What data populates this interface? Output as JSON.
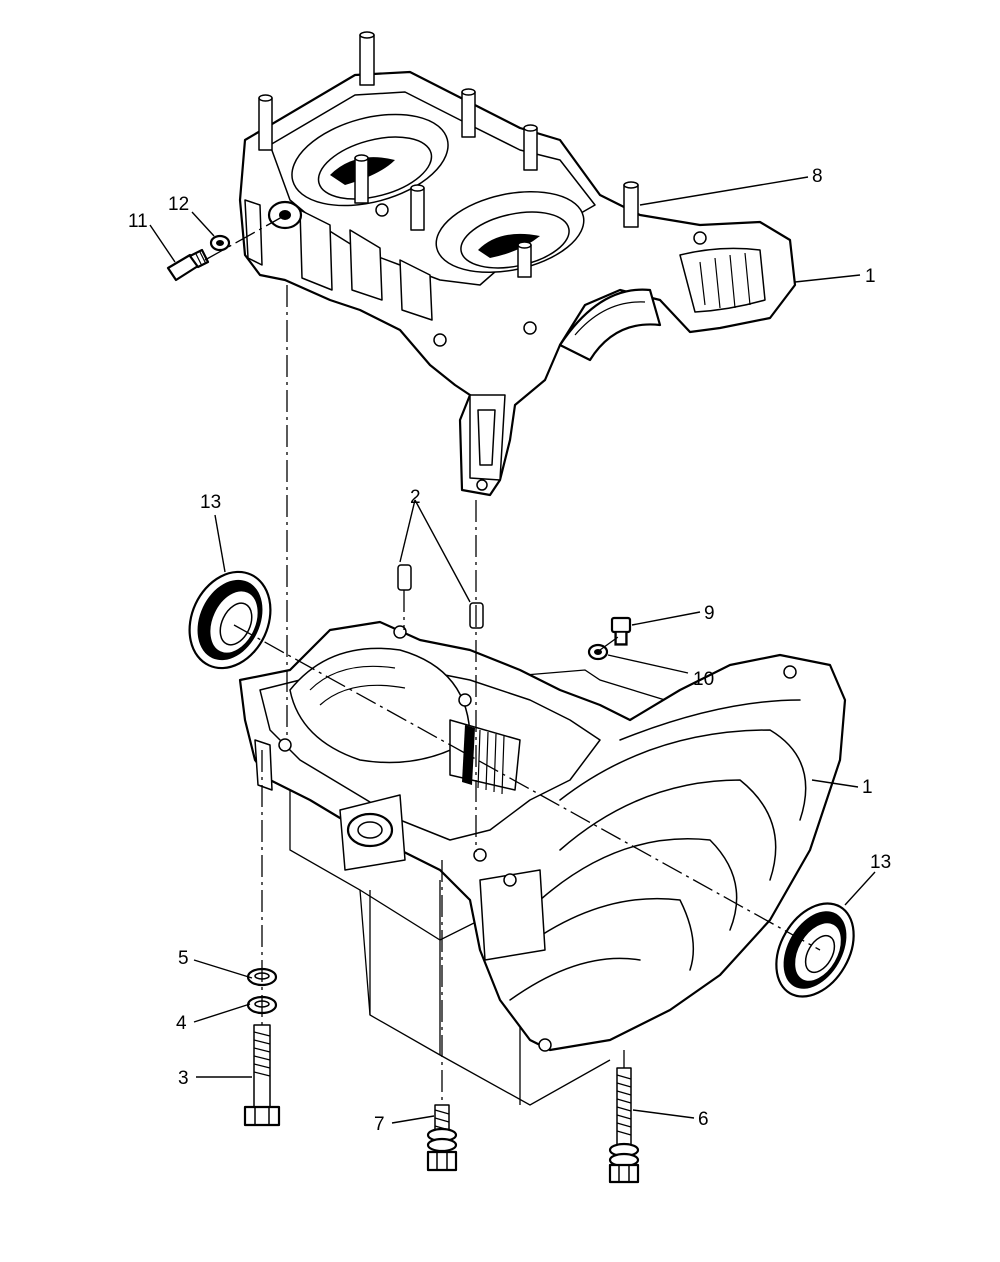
{
  "diagram": {
    "callouts": [
      {
        "id": "1-upper",
        "label": "1"
      },
      {
        "id": "1-lower",
        "label": "1"
      },
      {
        "id": "2",
        "label": "2"
      },
      {
        "id": "3",
        "label": "3"
      },
      {
        "id": "4",
        "label": "4"
      },
      {
        "id": "5",
        "label": "5"
      },
      {
        "id": "6",
        "label": "6"
      },
      {
        "id": "7",
        "label": "7"
      },
      {
        "id": "8",
        "label": "8"
      },
      {
        "id": "9",
        "label": "9"
      },
      {
        "id": "10",
        "label": "10"
      },
      {
        "id": "11",
        "label": "11"
      },
      {
        "id": "12",
        "label": "12"
      },
      {
        "id": "13-left",
        "label": "13"
      },
      {
        "id": "13-right",
        "label": "13"
      }
    ]
  }
}
